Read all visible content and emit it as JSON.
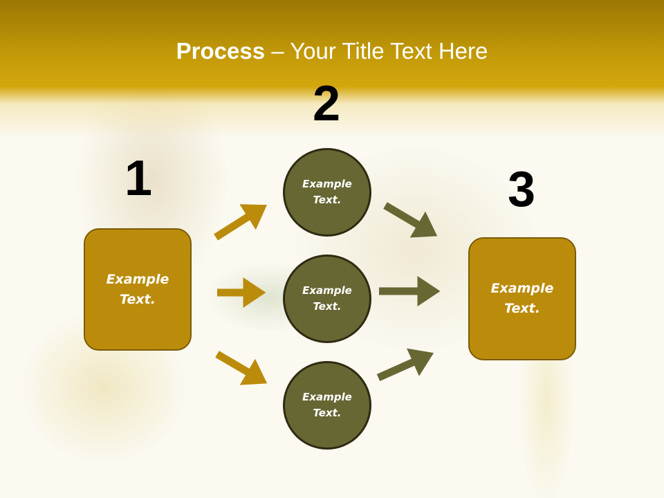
{
  "slide": {
    "title_bold": "Process",
    "title_rest": " – Your Title Text Here",
    "colors": {
      "header_gold": "#c39a08",
      "square_fill": "#bb8c0c",
      "circle_fill": "#676734",
      "gold_arrow": "#bb8c0c",
      "olive_arrow": "#676734"
    }
  },
  "steps": [
    {
      "number": "1",
      "label": "Example Text."
    },
    {
      "number": "2",
      "label": "Example Text."
    },
    {
      "number": "3",
      "label": "Example Text."
    }
  ],
  "circles": [
    {
      "label": "Example Text."
    },
    {
      "label": "Example Text."
    },
    {
      "label": "Example Text."
    }
  ],
  "arrows": [
    {
      "from": "step-1",
      "to": "circle-1",
      "color": "gold"
    },
    {
      "from": "step-1",
      "to": "circle-2",
      "color": "gold"
    },
    {
      "from": "step-1",
      "to": "circle-3",
      "color": "gold"
    },
    {
      "from": "circle-1",
      "to": "step-3",
      "color": "olive"
    },
    {
      "from": "circle-2",
      "to": "step-3",
      "color": "olive"
    },
    {
      "from": "circle-3",
      "to": "step-3",
      "color": "olive"
    }
  ]
}
